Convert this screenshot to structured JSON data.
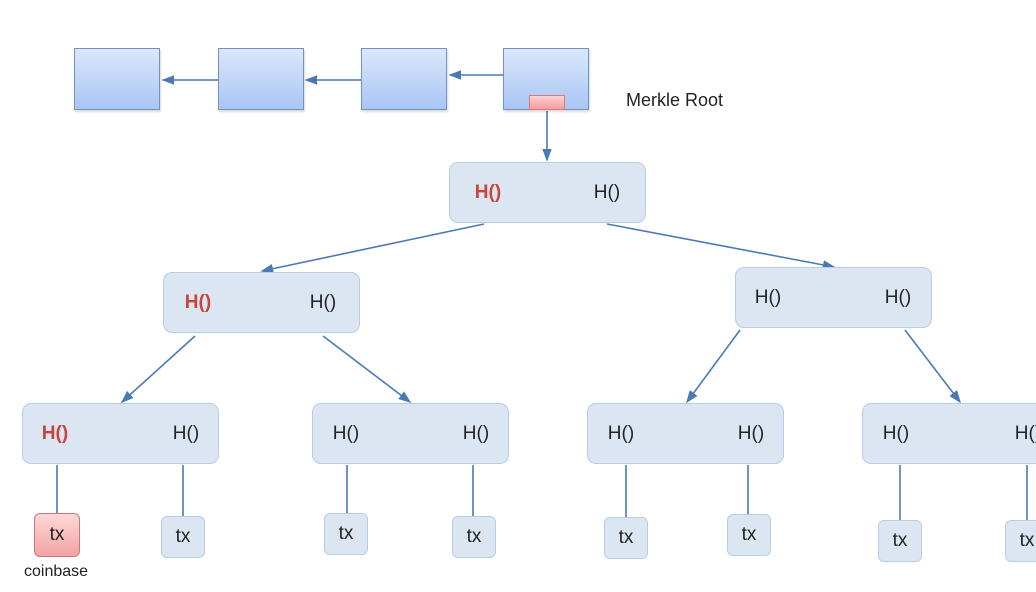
{
  "labels": {
    "merkle_root": "Merkle Root",
    "coinbase": "coinbase",
    "hash": "H()",
    "tx": "tx"
  },
  "colors": {
    "block_fill": "#a9c6f4",
    "node_fill": "#dce6f2",
    "highlight": "#c9453a",
    "arrow": "#4a7ab5"
  }
}
